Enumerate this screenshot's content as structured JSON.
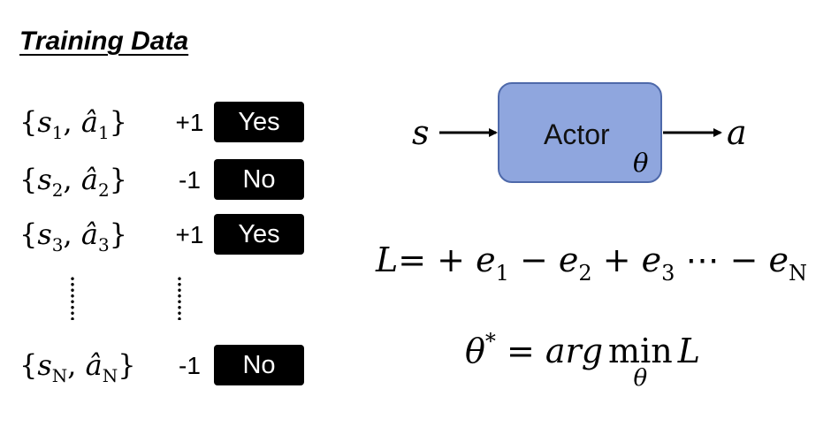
{
  "title": "Training Data",
  "rows": [
    {
      "s": "s",
      "s_sub": "1",
      "a": "â",
      "a_sub": "1",
      "score": "+1",
      "label": "Yes"
    },
    {
      "s": "s",
      "s_sub": "2",
      "a": "â",
      "a_sub": "2",
      "score": "-1",
      "label": "No"
    },
    {
      "s": "s",
      "s_sub": "3",
      "a": "â",
      "a_sub": "3",
      "score": "+1",
      "label": "Yes"
    },
    {
      "s": "s",
      "s_sub": "N",
      "a": "â",
      "a_sub": "N",
      "score": "-1",
      "label": "No"
    }
  ],
  "diagram": {
    "input": "s",
    "block": "Actor",
    "param": "θ",
    "output": "a"
  },
  "loss": {
    "lhs": "L",
    "eq": "= + ",
    "e": "e",
    "terms": [
      "1",
      "2",
      "3",
      "N"
    ],
    "ops": [
      " − ",
      " + ",
      " ⋯ − "
    ]
  },
  "objective": {
    "lhs": "θ",
    "star": "*",
    "eq": " = ",
    "arg": "arg",
    "min": "min",
    "min_sub": "θ",
    "rhs": "L"
  },
  "colors": {
    "actor_fill": "#8fa6de",
    "actor_border": "#4e69aa",
    "badge": "#000000"
  }
}
